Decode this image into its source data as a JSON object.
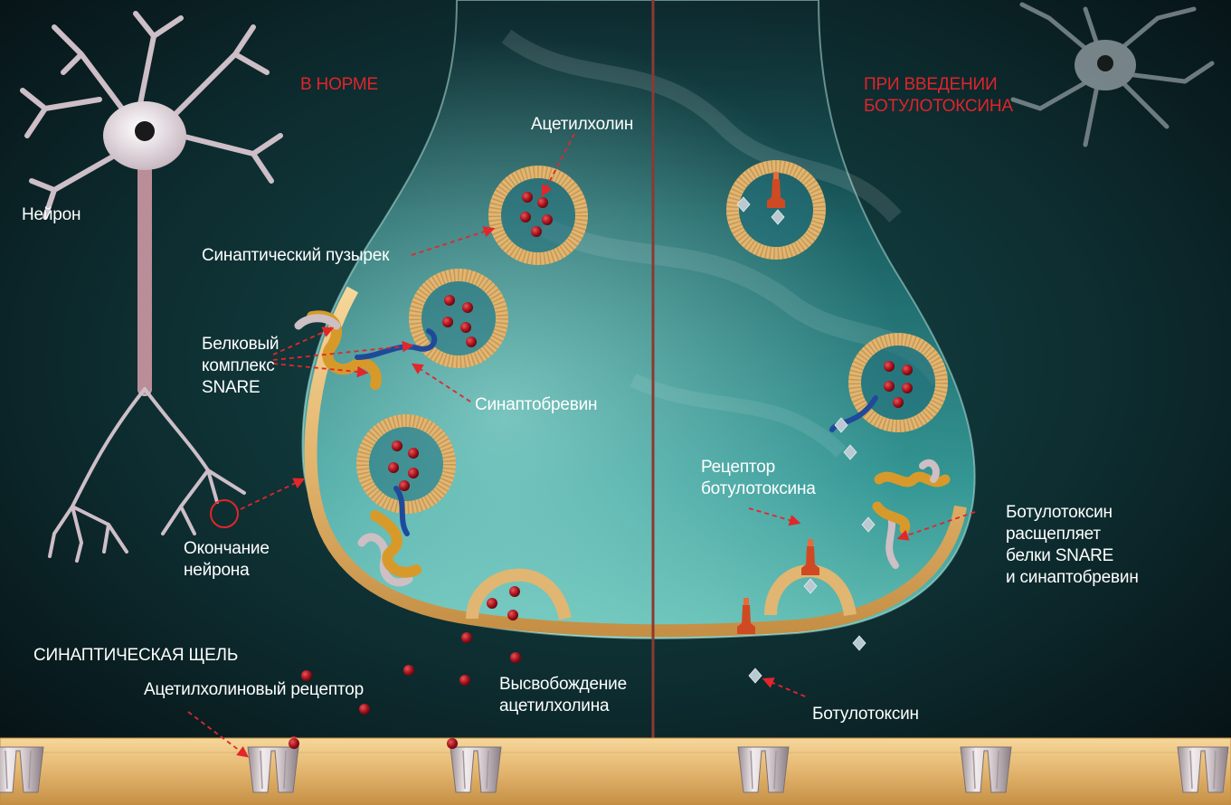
{
  "colors": {
    "background": "#0b2224",
    "divider": "#8b3a30",
    "heading": "#e0242a",
    "arrow": "#e2262b",
    "vesicle": "#e3b97a",
    "acetylcholine": "#a8121c",
    "toxin": "#b9c9d2",
    "membrane": "#e9c27f",
    "terminal": "#3fb3b3",
    "neuron": "#d9cbd4",
    "snare_orange": "#d79a2a",
    "snare_grey": "#cdbfc4",
    "synaptobrevin": "#1f4a9a",
    "receptor": "#cf4a22"
  },
  "labels": {
    "normal": "В НОРМЕ",
    "toxin_heading": [
      "ПРИ ВВЕДЕНИИ",
      "БОТУЛОТОКСИНА"
    ],
    "neuron": "Нейрон",
    "acetylcholine": "Ацетилхолин",
    "vesicle": "Синаптический пузырек",
    "snare": [
      "Белковый",
      "комплекс",
      "SNARE"
    ],
    "synaptobrevin": "Синаптобревин",
    "ending": [
      "Окончание",
      "нейрона"
    ],
    "cleft": "СИНАПТИЧЕСКАЯ ЩЕЛЬ",
    "receptor": "Ацетилхолиновый рецептор",
    "release": [
      "Высвобождение",
      "ацетилхолина"
    ],
    "toxin_receptor": [
      "Рецептор",
      "ботулотоксина"
    ],
    "toxin_cleaves": [
      "Ботулотоксин",
      "расщепляет",
      "белки SNARE",
      "и синаптобревин"
    ],
    "toxin": "Ботулотоксин"
  }
}
